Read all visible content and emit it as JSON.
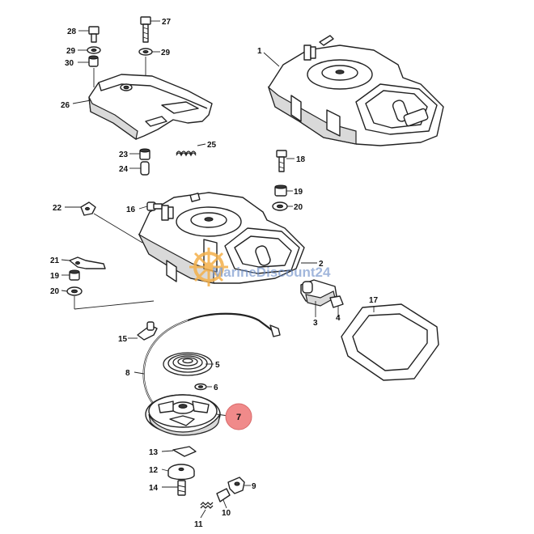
{
  "diagram": {
    "callouts": {
      "c1": "1",
      "c2": "2",
      "c3": "3",
      "c4": "4",
      "c5": "5",
      "c6": "6",
      "c7": "7",
      "c8": "8",
      "c9": "9",
      "c10": "10",
      "c11": "11",
      "c12": "12",
      "c13": "13",
      "c14": "14",
      "c15": "15",
      "c16": "16",
      "c17": "17",
      "c18": "18",
      "c19a": "19",
      "c19b": "19",
      "c20a": "20",
      "c20b": "20",
      "c21": "21",
      "c22": "22",
      "c23": "23",
      "c24": "24",
      "c25": "25",
      "c26": "26",
      "c27": "27",
      "c28": "28",
      "c29a": "29",
      "c29b": "29",
      "c30": "30"
    },
    "highlighted_callout": "7",
    "highlight_color": "#f08a8a",
    "watermark": {
      "text": "MarineDiscount24",
      "logo_icon": "ship-wheel-icon",
      "color": "#6e8fc9"
    }
  }
}
